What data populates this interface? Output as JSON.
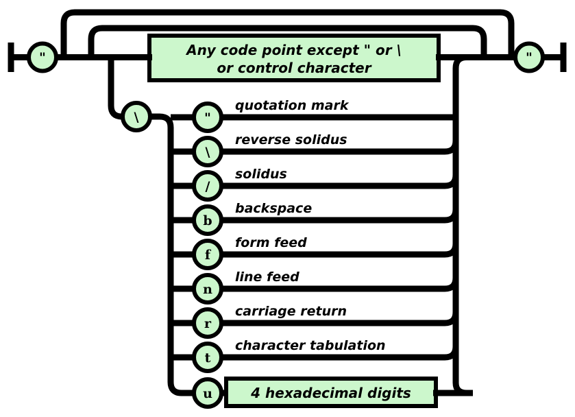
{
  "diagram": {
    "name": "json-string-railroad-diagram",
    "type": "railroad-syntax-diagram",
    "colors": {
      "terminal_fill": "#ccf7cc",
      "stroke": "#000000",
      "background": "#ffffff"
    },
    "start_terminal": {
      "label": "\"",
      "name": "opening-quote"
    },
    "end_terminal": {
      "label": "\"",
      "name": "closing-quote"
    },
    "content_box": {
      "line1": "Any code point except   \"   or  \\",
      "line2": "or control character"
    },
    "escape_lead": {
      "label": "\\",
      "name": "reverse-solidus-escape-lead"
    },
    "escapes": [
      {
        "char": "\"",
        "label": "quotation mark",
        "name": "escape-quotation-mark"
      },
      {
        "char": "\\",
        "label": "reverse solidus",
        "name": "escape-reverse-solidus"
      },
      {
        "char": "/",
        "label": "solidus",
        "name": "escape-solidus"
      },
      {
        "char": "b",
        "label": "backspace",
        "name": "escape-backspace"
      },
      {
        "char": "f",
        "label": "form feed",
        "name": "escape-form-feed"
      },
      {
        "char": "n",
        "label": "line feed",
        "name": "escape-line-feed"
      },
      {
        "char": "r",
        "label": "carriage return",
        "name": "escape-carriage-return"
      },
      {
        "char": "t",
        "label": "character tabulation",
        "name": "escape-character-tabulation"
      },
      {
        "char": "u",
        "label": "",
        "name": "escape-unicode"
      }
    ],
    "hex_box": {
      "label": "4 hexadecimal digits"
    }
  }
}
